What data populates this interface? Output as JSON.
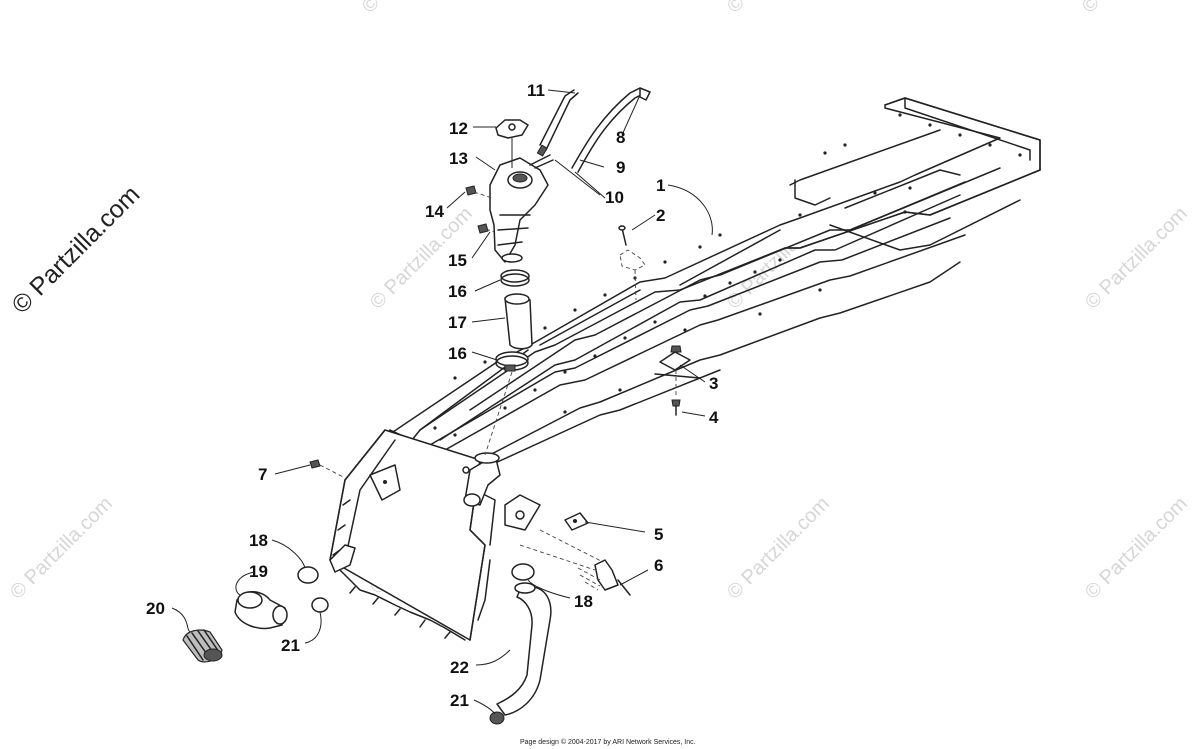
{
  "watermark": {
    "main": "© Partzilla.com",
    "repeat": "© Partzilla.com"
  },
  "footer": "Page design © 2004-2017 by ARI Network Services, Inc.",
  "callouts": {
    "c1": "1",
    "c2": "2",
    "c3": "3",
    "c4": "4",
    "c5": "5",
    "c6": "6",
    "c7": "7",
    "c8": "8",
    "c9": "9",
    "c10": "10",
    "c11": "11",
    "c12": "12",
    "c13": "13",
    "c14": "14",
    "c15": "15",
    "c16a": "16",
    "c16b": "16",
    "c17": "17",
    "c18a": "18",
    "c18b": "18",
    "c19": "19",
    "c20": "20",
    "c21a": "21",
    "c21b": "21",
    "c22": "22"
  }
}
